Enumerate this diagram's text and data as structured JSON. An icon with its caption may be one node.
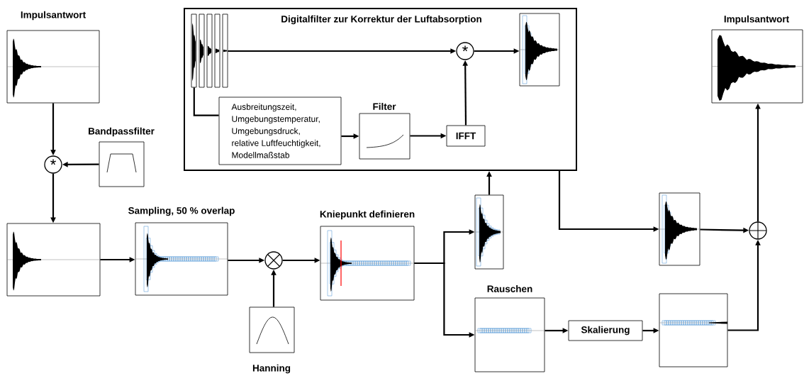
{
  "diagram": {
    "nodes": [
      {
        "text": [
          "Impulsantwort"
        ]
      },
      {
        "text": [
          "*"
        ]
      },
      {
        "text": [
          "Bandpassfilter"
        ]
      },
      {
        "text": [],
        "shape": "box"
      },
      {
        "text": [
          "Sampling, 50 % overlap"
        ]
      },
      {
        "text": [],
        "shape": "circle"
      },
      {
        "text": [
          "Hanning"
        ]
      },
      {
        "text": [
          "Kniepunkt definieren"
        ]
      },
      {
        "text": [
          "Digitalfilter zur Korrektur der Luftabsorption"
        ]
      },
      {
        "text": [],
        "shape": "box",
        "in": 8
      },
      {
        "text": [
          "Ausbreitungszeit, Umgebungstemperatur, Umgebungsdruck, relative Luftfeuchtigkeit, Modellmaßstab"
        ],
        "in": 8
      },
      {
        "text": [
          "Filter"
        ],
        "in": 8
      },
      {
        "text": [
          "IFFT"
        ],
        "in": 8
      },
      {
        "text": [
          "*"
        ],
        "in": 8
      },
      {
        "text": [],
        "shape": "box",
        "in": 8
      },
      {
        "text": [],
        "shape": "box"
      },
      {
        "text": [
          "Rauschen"
        ]
      },
      {
        "text": [
          "Skalierung"
        ]
      },
      {
        "text": [],
        "shape": "box"
      },
      {
        "text": [],
        "shape": "box"
      },
      {
        "text": [],
        "shape": "circle"
      },
      {
        "text": [
          "Impulsantwort"
        ]
      }
    ],
    "edges": [
      {
        "from": 0,
        "to": 1,
        "arrow": "to"
      },
      {
        "from": 2,
        "to": 1,
        "arrow": "to"
      },
      {
        "from": 1,
        "to": 3,
        "arrow": "to"
      },
      {
        "from": 3,
        "to": 4,
        "arrow": "to"
      },
      {
        "from": 4,
        "to": 5,
        "arrow": "to"
      },
      {
        "from": 6,
        "to": 5,
        "arrow": "to"
      },
      {
        "from": 5,
        "to": 7,
        "arrow": "to"
      },
      {
        "from": 7,
        "to": 15,
        "arrow": "to"
      },
      {
        "from": 7,
        "to": 16,
        "arrow": "to"
      },
      {
        "from": 15,
        "to": 8,
        "arrow": "to"
      },
      {
        "from": 9,
        "to": 13,
        "arrow": "to"
      },
      {
        "from": 9,
        "to": 10,
        "arrow": "none"
      },
      {
        "from": 10,
        "to": 11,
        "arrow": "to"
      },
      {
        "from": 11,
        "to": 12,
        "arrow": "to"
      },
      {
        "from": 12,
        "to": 13,
        "arrow": "to"
      },
      {
        "from": 13,
        "to": 14,
        "arrow": "to"
      },
      {
        "from": 8,
        "to": 19,
        "arrow": "to"
      },
      {
        "from": 19,
        "to": 20,
        "arrow": "to"
      },
      {
        "from": 16,
        "to": 17,
        "arrow": "to"
      },
      {
        "from": 17,
        "to": 18,
        "arrow": "to"
      },
      {
        "from": 18,
        "to": 20,
        "arrow": "to"
      },
      {
        "from": 20,
        "to": 21,
        "arrow": "to"
      }
    ]
  }
}
